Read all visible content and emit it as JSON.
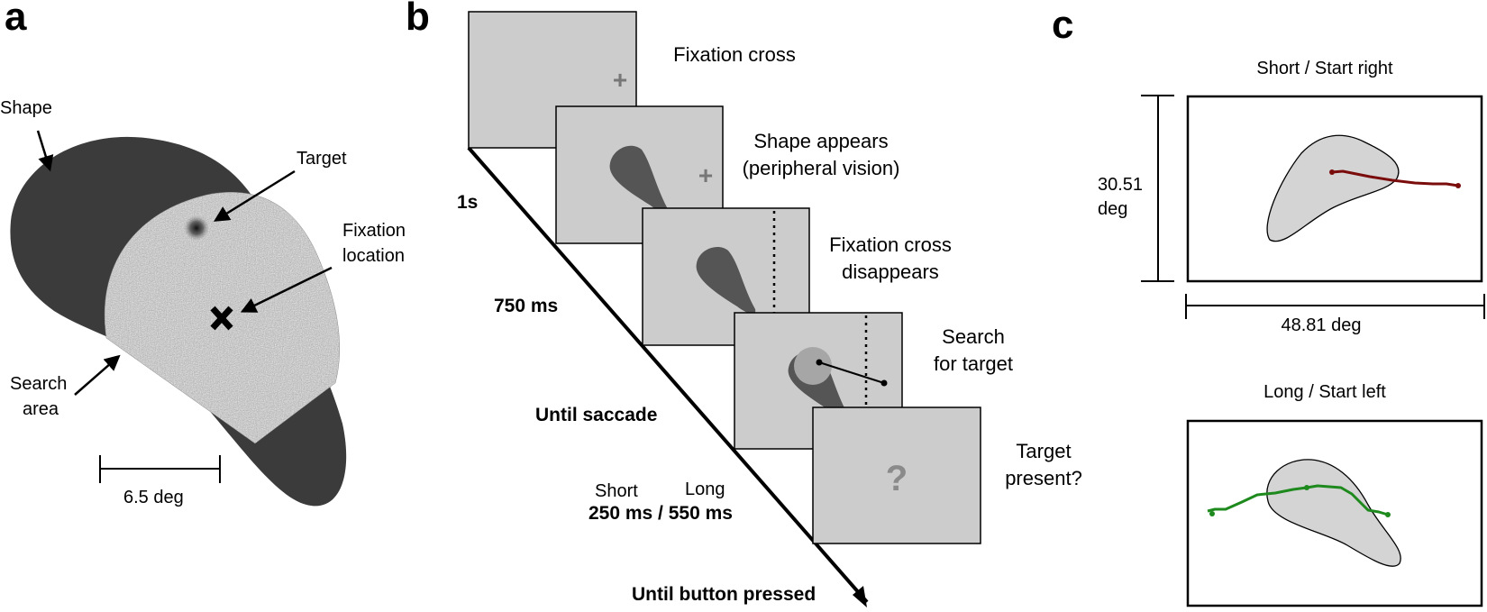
{
  "panels": {
    "a": {
      "label": "a",
      "shape_label": "Shape",
      "target_label": "Target",
      "fixation_label": [
        "Fixation",
        "location"
      ],
      "search_label": [
        "Search",
        "area"
      ],
      "scale_label": "6.5 deg"
    },
    "b": {
      "label": "b",
      "screens": [
        {
          "caption": [
            "Fixation cross"
          ],
          "content": "fixation-cross"
        },
        {
          "caption": [
            "Shape appears",
            "(peripheral vision)"
          ],
          "content": "shape-with-cross"
        },
        {
          "caption": [
            "Fixation cross",
            "disappears"
          ],
          "content": "shape-with-line"
        },
        {
          "caption": [
            "Search",
            "for target"
          ],
          "content": "search"
        },
        {
          "caption": [
            "Target",
            "present?"
          ],
          "content": "question"
        }
      ],
      "question_mark": "?",
      "timings": {
        "t1": "1s",
        "t2": "750 ms",
        "t3": "Until saccade",
        "short": "Short",
        "long": "Long",
        "t4": "250 ms / 550 ms",
        "t5": "Until button pressed"
      }
    },
    "c": {
      "label": "c",
      "top_title": "Short / Start right",
      "bottom_title": "Long / Start left",
      "height_label": [
        "30.51",
        "deg"
      ],
      "width_label": "48.81 deg",
      "colors": {
        "top_trace": "#7a0c0c",
        "bottom_trace": "#1e8a1e",
        "shape_fill": "#d4d4d4"
      }
    }
  },
  "colors": {
    "dark_shape": "#3b3b3b",
    "screen_bg": "#cccccc",
    "screen_shape": "#555555",
    "noise": "#bdbdbd"
  }
}
